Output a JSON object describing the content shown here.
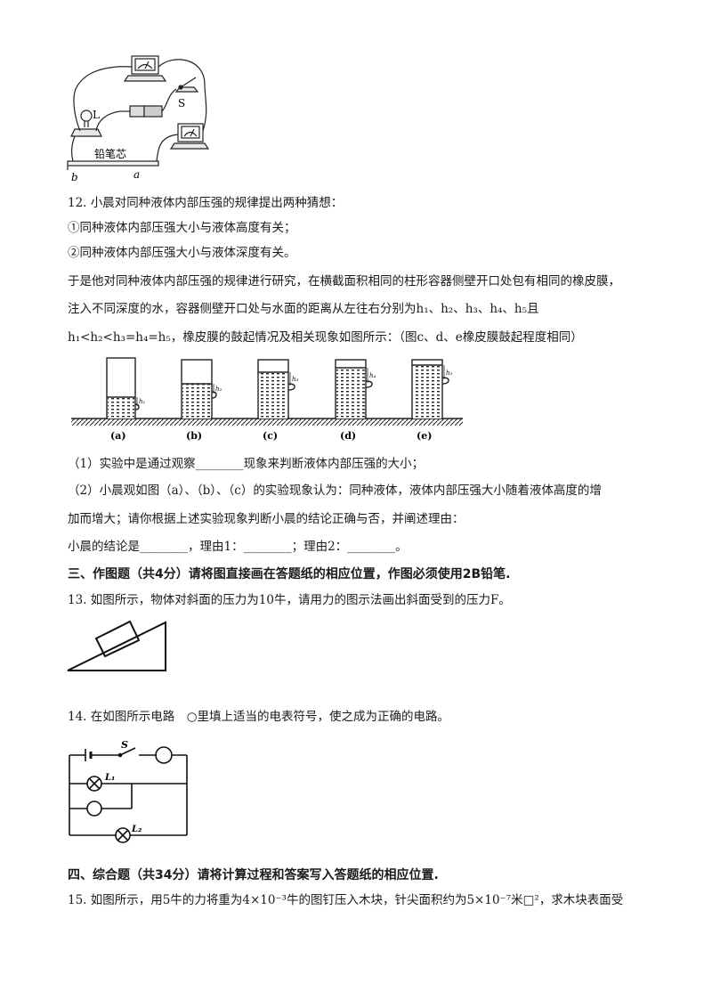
{
  "fig11": {
    "lamp_label": "L",
    "switch_label": "S",
    "core_label": "铅笔芯",
    "end_b": "b",
    "end_a": "a"
  },
  "q12": {
    "line1": "12. 小晨对同种液体内部压强的规律提出两种猜想：",
    "line2": "①同种液体内部压强大小与液体高度有关；",
    "line3": "②同种液体内部压强大小与液体深度有关。",
    "line4": "于是他对同种液体内部压强的规律进行研究，在横截面积相同的柱形容器侧壁开口处包有相同的橡皮膜，",
    "line5": "注入不同深度的水，容器侧壁开口处与水面的距离从左往右分别为h₁、h₂、h₃、h₄、h₅且",
    "line6": "h₁<h₂<h₃=h₄=h₅，橡皮膜的鼓起情况及相关现象如图所示：（图c、d、e橡皮膜鼓起程度相同）",
    "panels": [
      "(a)",
      "(b)",
      "(c)",
      "(d)",
      "(e)"
    ],
    "sub1": "（1）实验中是通过观察________现象来判断液体内部压强的大小；",
    "sub2a": "（2）小晨观如图（a）、（b）、（c）的实验现象认为：同种液体，液体内部压强大小随着液体高度的增",
    "sub2b": "加而增大；请你根据上述实验现象判断小晨的结论正确与否，并阐述理由：",
    "sub3": "小晨的结论是________，理由1：________；理由2：________。"
  },
  "sec3": {
    "heading": "三、作图题（共4分）请将图直接画在答题纸的相应位置，作图必须使用2B铅笔."
  },
  "q13": {
    "text": "13. 如图所示，物体对斜面的压力为10牛，请用力的图示法画出斜面受到的压力F。"
  },
  "q14": {
    "text": "14. 在如图所示电路　○里填上适当的电表符号，使之成为正确的电路。",
    "s_label": "S",
    "l1": "L₁",
    "l2": "L₂"
  },
  "sec4": {
    "heading": "四、综合题（共34分）请将计算过程和答案写入答题纸的相应位置."
  },
  "q15": {
    "text": "15. 如图所示，用5牛的力将重为4×10⁻³牛的图钉压入木块，针尖面积约为5×10⁻⁷米□²，求木块表面受"
  }
}
